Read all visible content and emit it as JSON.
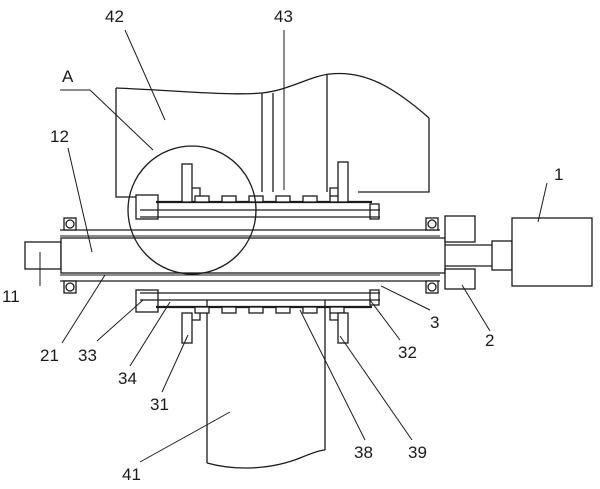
{
  "labels": {
    "l1": "1",
    "l2": "2",
    "l3": "3",
    "l11": "11",
    "l12": "12",
    "l21": "21",
    "l31": "31",
    "l32": "32",
    "l33": "33",
    "l34": "34",
    "l38": "38",
    "l39": "39",
    "l41": "41",
    "l42": "42",
    "l43": "43",
    "lA": "A"
  }
}
